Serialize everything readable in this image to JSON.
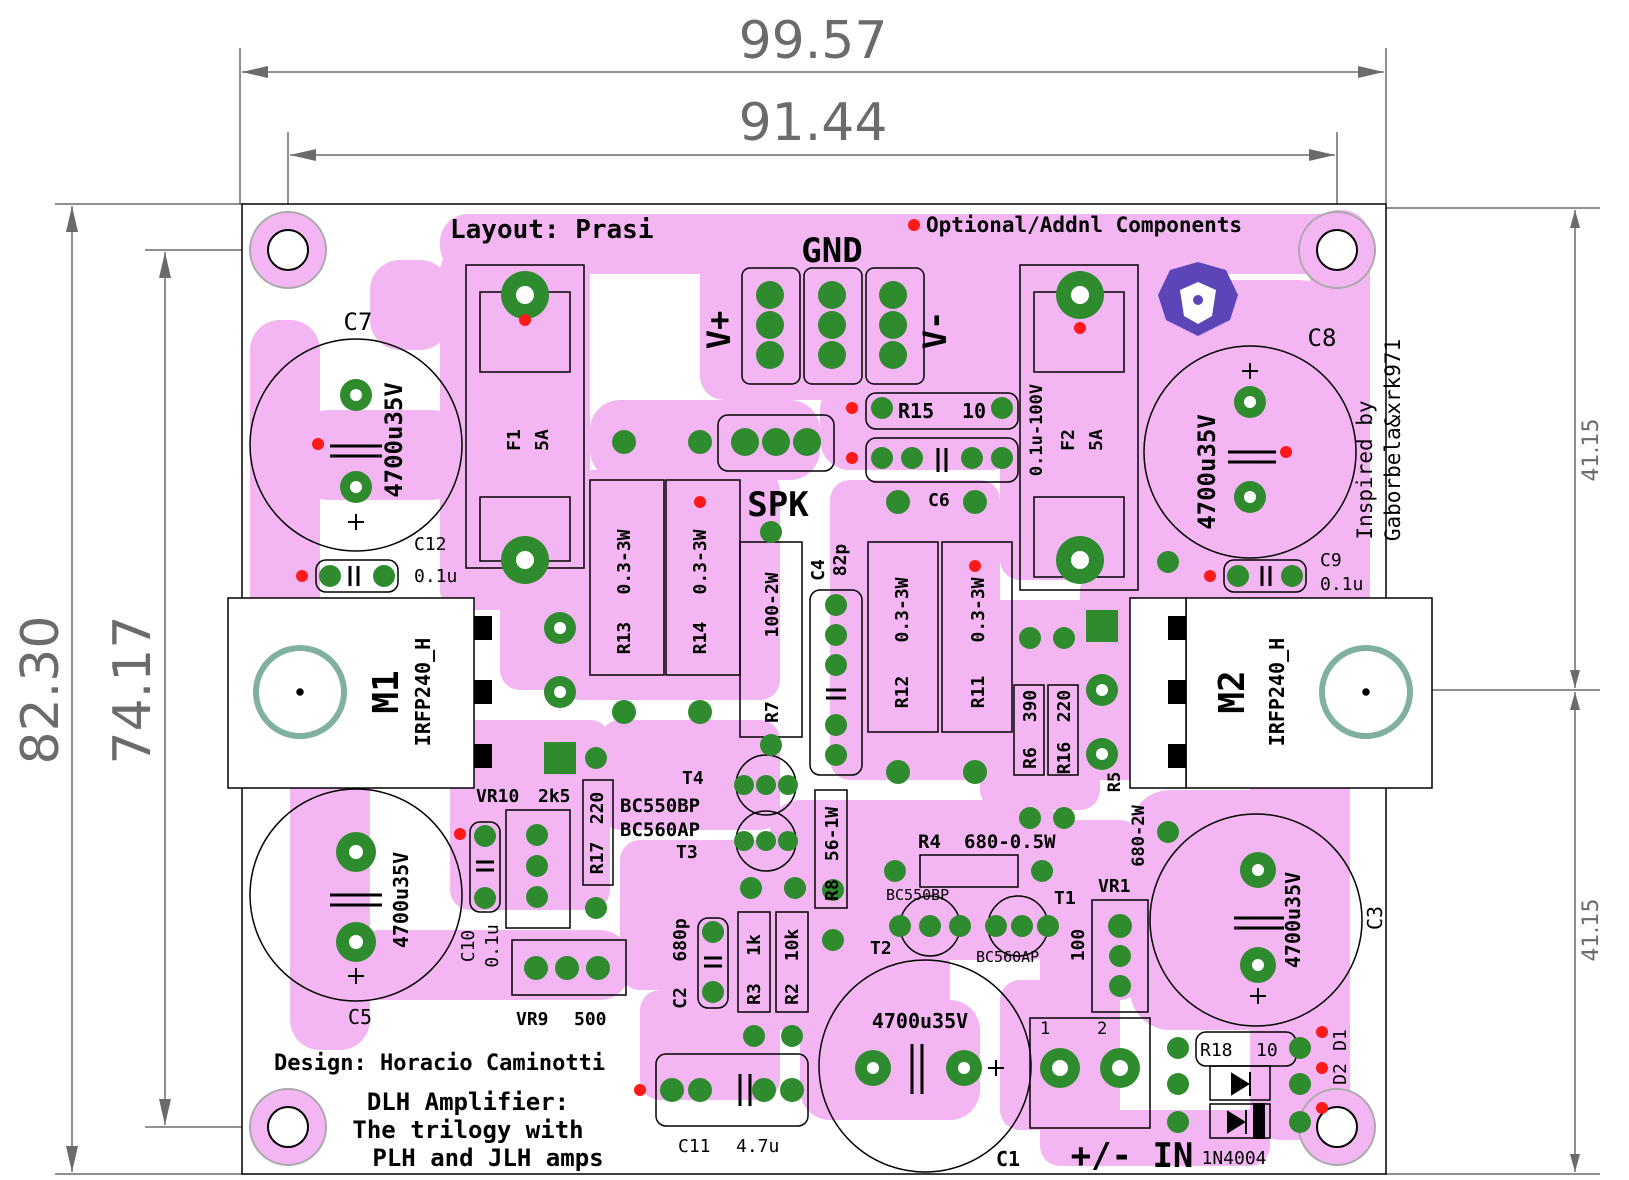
{
  "dimensions": {
    "overall_width": "99.57",
    "hole_span_width": "91.44",
    "overall_height": "82.30",
    "hole_span_height": "74.17",
    "upper_half": "41.15",
    "lower_half": "41.15"
  },
  "board": {
    "layout_credit": "Layout: Prasi",
    "optional_note": "Optional/Addnl Components",
    "design_credit": "Design: Horacio Caminotti",
    "title_line1": "DLH Amplifier:",
    "title_line2": "The trilogy with",
    "title_line3": "PLH and JLH amps",
    "inspired_line1": "Inspired by",
    "inspired_line2": "Gaborbela&xrk971",
    "input_label": "+/- IN",
    "gnd_label": "GND",
    "vplus_label": "V+",
    "vminus_label": "V-",
    "spk_label": "SPK",
    "conn_pin1": "1",
    "conn_pin2": "2"
  },
  "components": {
    "c7": "C7",
    "c7_val": "4700u35V",
    "c8": "C8",
    "c8_val": "4700u35V",
    "c5": "C5",
    "c5_val": "4700u35V",
    "c3": "C3",
    "c3_val": "4700u35V",
    "c1": "C1",
    "c1_val": "4700u35V",
    "f1": "F1",
    "f1_val": "5A",
    "f2": "F2",
    "f2_val": "5A",
    "c12": "C12",
    "c12_val": "0.1u",
    "c9": "C9",
    "c9_val": "0.1u",
    "c10": "C10",
    "c10_val": "0.1u",
    "m1": "M1",
    "m1_val": "IRFP240_H",
    "m2": "M2",
    "m2_val": "IRFP240_H",
    "r13": "R13",
    "r13_val": "0.3-3W",
    "r14": "R14",
    "r14_val": "0.3-3W",
    "r12": "R12",
    "r12_val": "0.3-3W",
    "r11": "R11",
    "r11_val": "0.3-3W",
    "r7": "R7",
    "r7_val": "100-2W",
    "c4": "C4",
    "c4_val": "82p",
    "r15": "R15",
    "r15_val": "10",
    "c6": "C6",
    "c6_val": "0.1u-100V",
    "r6": "R6",
    "r6_val": "390",
    "r16": "R16",
    "r16_val": "220",
    "r5": "R5",
    "r5_val": "680-2W",
    "vr10": "VR10",
    "vr10_val": "2k5",
    "r17": "R17",
    "r17_val": "220",
    "t4": "T4",
    "t3": "T3",
    "t_type1": "BC550BP",
    "t_type2": "BC560AP",
    "r8": "R8",
    "r8_val": "56-1W",
    "r4": "R4",
    "r4_val": "680-0.5W",
    "t2_type": "BC550BP",
    "t1_type": "BC560AP",
    "t1": "T1",
    "t2": "T2",
    "vr1": "VR1",
    "vr1_val": "100",
    "vr9": "VR9",
    "vr9_val": "500",
    "c2": "C2",
    "c2_val": "680p",
    "r3": "R3",
    "r3_val": "1k",
    "r2": "R2",
    "r2_val": "10k",
    "c11": "C11",
    "c11_val": "4.7u",
    "r18": "R18",
    "r18_val": "10",
    "d1": "D1",
    "d2": "D2",
    "diode_val": "1N4004"
  },
  "colors": {
    "copper": "#f3b6f3",
    "pad": "#2e8b2e",
    "marker": "#ff1a1a",
    "dimension": "#6b6b6b",
    "logo": "#5b45b8"
  }
}
